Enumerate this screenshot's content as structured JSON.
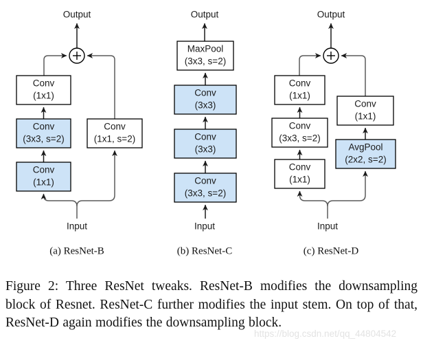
{
  "figure": {
    "panels": [
      {
        "id": "resnet-b",
        "caption": "(a) ResNet-B",
        "input_label": "Input",
        "output_label": "Output",
        "sum_label": "+",
        "nodes": [
          {
            "name": "conv-1x1-top",
            "line1": "Conv",
            "line2": "(1x1)",
            "fill": "white"
          },
          {
            "name": "conv-3x3-s2",
            "line1": "Conv",
            "line2": "(3x3, s=2)",
            "fill": "blue"
          },
          {
            "name": "conv-1x1-bottom",
            "line1": "Conv",
            "line2": "(1x1)",
            "fill": "blue"
          },
          {
            "name": "conv-1x1-s2-shortcut",
            "line1": "Conv",
            "line2": "(1x1, s=2)",
            "fill": "white"
          }
        ]
      },
      {
        "id": "resnet-c",
        "caption": "(b) ResNet-C",
        "input_label": "Input",
        "output_label": "Output",
        "nodes": [
          {
            "name": "maxpool-3x3-s2",
            "line1": "MaxPool",
            "line2": "(3x3, s=2)",
            "fill": "white"
          },
          {
            "name": "conv-3x3-third",
            "line1": "Conv",
            "line2": "(3x3)",
            "fill": "blue"
          },
          {
            "name": "conv-3x3-second",
            "line1": "Conv",
            "line2": "(3x3)",
            "fill": "blue"
          },
          {
            "name": "conv-3x3-s2-first",
            "line1": "Conv",
            "line2": "(3x3, s=2)",
            "fill": "blue"
          }
        ]
      },
      {
        "id": "resnet-d",
        "caption": "(c) ResNet-D",
        "input_label": "Input",
        "output_label": "Output",
        "sum_label": "+",
        "nodes": [
          {
            "name": "conv-1x1-top",
            "line1": "Conv",
            "line2": "(1x1)",
            "fill": "white"
          },
          {
            "name": "conv-3x3-s2",
            "line1": "Conv",
            "line2": "(3x3, s=2)",
            "fill": "white"
          },
          {
            "name": "conv-1x1-bottom",
            "line1": "Conv",
            "line2": "(1x1)",
            "fill": "white"
          },
          {
            "name": "conv-1x1-shortcut",
            "line1": "Conv",
            "line2": "(1x1)",
            "fill": "white"
          },
          {
            "name": "avgpool-2x2-s2",
            "line1": "AvgPool",
            "line2": "(2x2, s=2)",
            "fill": "blue"
          }
        ]
      }
    ],
    "colors": {
      "highlight_fill": "#cde3f7",
      "box_stroke": "#000000",
      "edge": "#5a5a5a",
      "text": "#1a1a1a"
    }
  },
  "caption": {
    "text": "Figure 2: Three ResNet tweaks. ResNet-B modifies the downsampling block of Resnet. ResNet-C further modifies the input stem. On top of that, ResNet-D again modifies the downsampling block."
  },
  "watermark": {
    "text": "https://blog.csdn.net/qq_44804542"
  }
}
